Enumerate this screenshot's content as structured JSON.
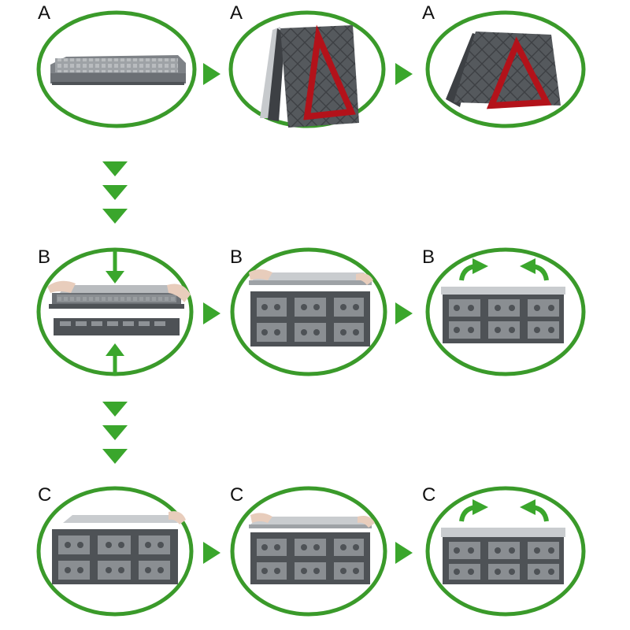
{
  "colors": {
    "ring": "#3a9a2a",
    "arrow": "#3aa62c",
    "crate_dark": "#4e5256",
    "crate_mid": "#6c7075",
    "crate_light": "#b9bcbf",
    "lid": "#c9cccf",
    "reflector": "#b3121a",
    "hand": "#e8cdbc"
  },
  "steps": [
    {
      "label": "A",
      "scene": "folded-crate-flat",
      "icon": "folded-crate-icon"
    },
    {
      "label": "A",
      "scene": "triangle-half-open",
      "icon": "warning-triangle-icon"
    },
    {
      "label": "A",
      "scene": "triangle-standing",
      "icon": "warning-triangle-icon"
    },
    {
      "label": "B",
      "scene": "unfolding-with-hands",
      "icon": "crate-unfold-icon"
    },
    {
      "label": "B",
      "scene": "crate-with-lid-lifted",
      "icon": "crate-lid-icon"
    },
    {
      "label": "B",
      "scene": "crate-lid-flip",
      "icon": "crate-lid-icon"
    },
    {
      "label": "C",
      "scene": "crate-lid-lift-hand",
      "icon": "crate-lid-icon"
    },
    {
      "label": "C",
      "scene": "crate-lid-tilt-hand",
      "icon": "crate-lid-icon"
    },
    {
      "label": "C",
      "scene": "crate-lid-flip-closed",
      "icon": "crate-lid-icon"
    }
  ]
}
